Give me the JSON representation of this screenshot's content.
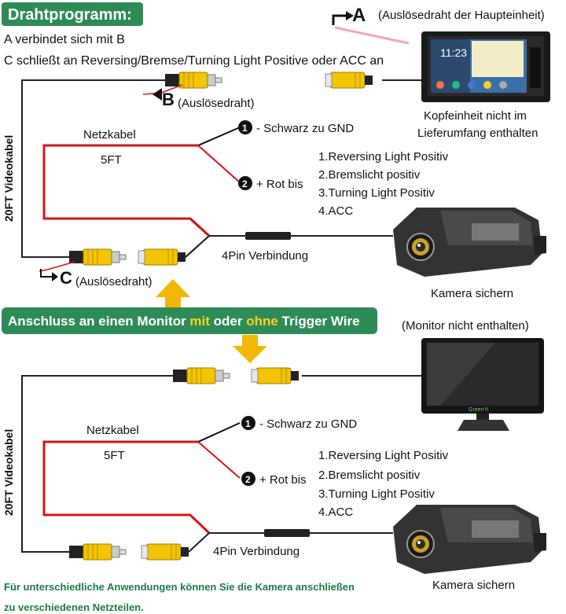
{
  "header": {
    "title": "Drahtprogramm:",
    "line1": "A verbindet sich mit B",
    "line2": "C schließt an Reversing/Bremse/Turning Light Positive oder ACC an"
  },
  "top": {
    "label_a": "A",
    "a_desc": "(Auslösedraht der Haupteinheit)",
    "label_b": "B",
    "b_desc": "(Auslösedraht)",
    "label_c": "C",
    "c_desc": "(Auslösedraht)",
    "headunit_caption": [
      "Kopfeinheit nicht im",
      "Lieferumfang enthalten"
    ],
    "video_cable": "20FT Videokabel",
    "power_cable": "Netzkabel",
    "length": "5FT",
    "black_num": "1",
    "black_text": "- Schwarz zu GND",
    "red_num": "2",
    "red_text": "+ Rot bis",
    "options": [
      "1.Reversing Light Positiv",
      "2.Bremslicht positiv",
      "3.Turning Light Positiv",
      "4.ACC"
    ],
    "pin_label": "4Pin Verbindung",
    "camera_caption": "Kamera sichern",
    "headunit_time": "11:23"
  },
  "banner": {
    "prefix": "Anschluss an einen Monitor ",
    "mit": "mit",
    "middle": " oder ",
    "ohne": "ohne",
    "suffix": " Trigger Wire"
  },
  "bottom": {
    "monitor_caption": "(Monitor nicht enthalten)",
    "monitor_brand": "GreenYi",
    "video_cable": "20FT Videokabel",
    "power_cable": "Netzkabel",
    "length": "5FT",
    "black_num": "1",
    "black_text": "- Schwarz zu GND",
    "red_num": "2",
    "red_text": "+ Rot bis",
    "options": [
      "1.Reversing Light Positiv",
      "2.Bremslicht positiv",
      "3.Turning Light Positiv",
      "4.ACC"
    ],
    "pin_label": "4Pin Verbindung",
    "camera_caption": "Kamera sichern"
  },
  "footer": {
    "line1": "Für unterschiedliche Anwendungen können Sie die Kamera anschließen",
    "line2": "zu verschiedenen Netzteilen."
  },
  "colors": {
    "title_bg": "#2e8b57",
    "banner_bg": "#2e8b57",
    "highlight": "#ffd21a",
    "rca": "#f4c400",
    "red_wire": "#d4141a",
    "green_text": "#1e7a45"
  }
}
